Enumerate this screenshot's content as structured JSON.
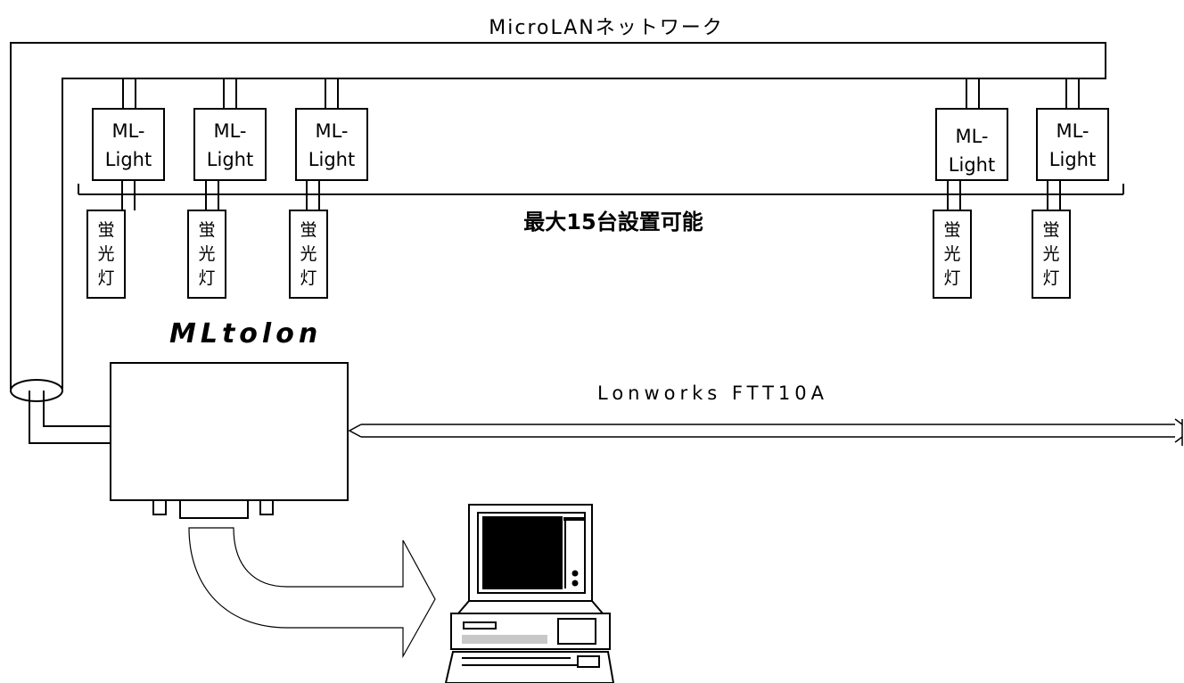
{
  "network_label": "MicroLANネットワーク",
  "capacity_label": "最大15台設置可能",
  "device_label": "MLtolon",
  "bus_label": "Lonworks FTT10A",
  "modules": [
    {
      "line1": "ML-",
      "line2": "Light",
      "lamp": [
        "蛍",
        "光",
        "灯"
      ]
    },
    {
      "line1": "ML-",
      "line2": "Light",
      "lamp": [
        "蛍",
        "光",
        "灯"
      ]
    },
    {
      "line1": "ML-",
      "line2": "Light",
      "lamp": [
        "蛍",
        "光",
        "灯"
      ]
    },
    {
      "line1": "ML-",
      "line2": "Light",
      "lamp": [
        "蛍",
        "光",
        "灯"
      ]
    },
    {
      "line1": "ML-",
      "line2": "Light",
      "lamp": [
        "蛍",
        "光",
        "灯"
      ]
    }
  ]
}
